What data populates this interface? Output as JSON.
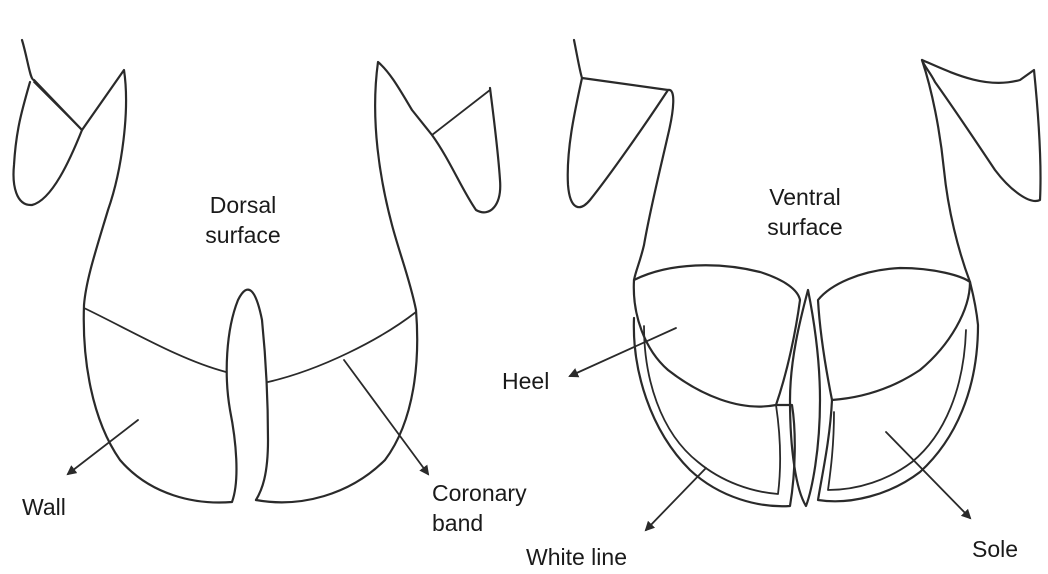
{
  "dorsal": {
    "title_line1": "Dorsal",
    "title_line2": "surface",
    "wall_label": "Wall",
    "coronary_line1": "Coronary",
    "coronary_line2": "band"
  },
  "ventral": {
    "title_line1": "Ventral",
    "title_line2": "surface",
    "heel_label": "Heel",
    "white_line_label": "White line",
    "sole_label": "Sole"
  },
  "colors": {
    "ink": "#2a2a2a",
    "background": "#ffffff"
  }
}
